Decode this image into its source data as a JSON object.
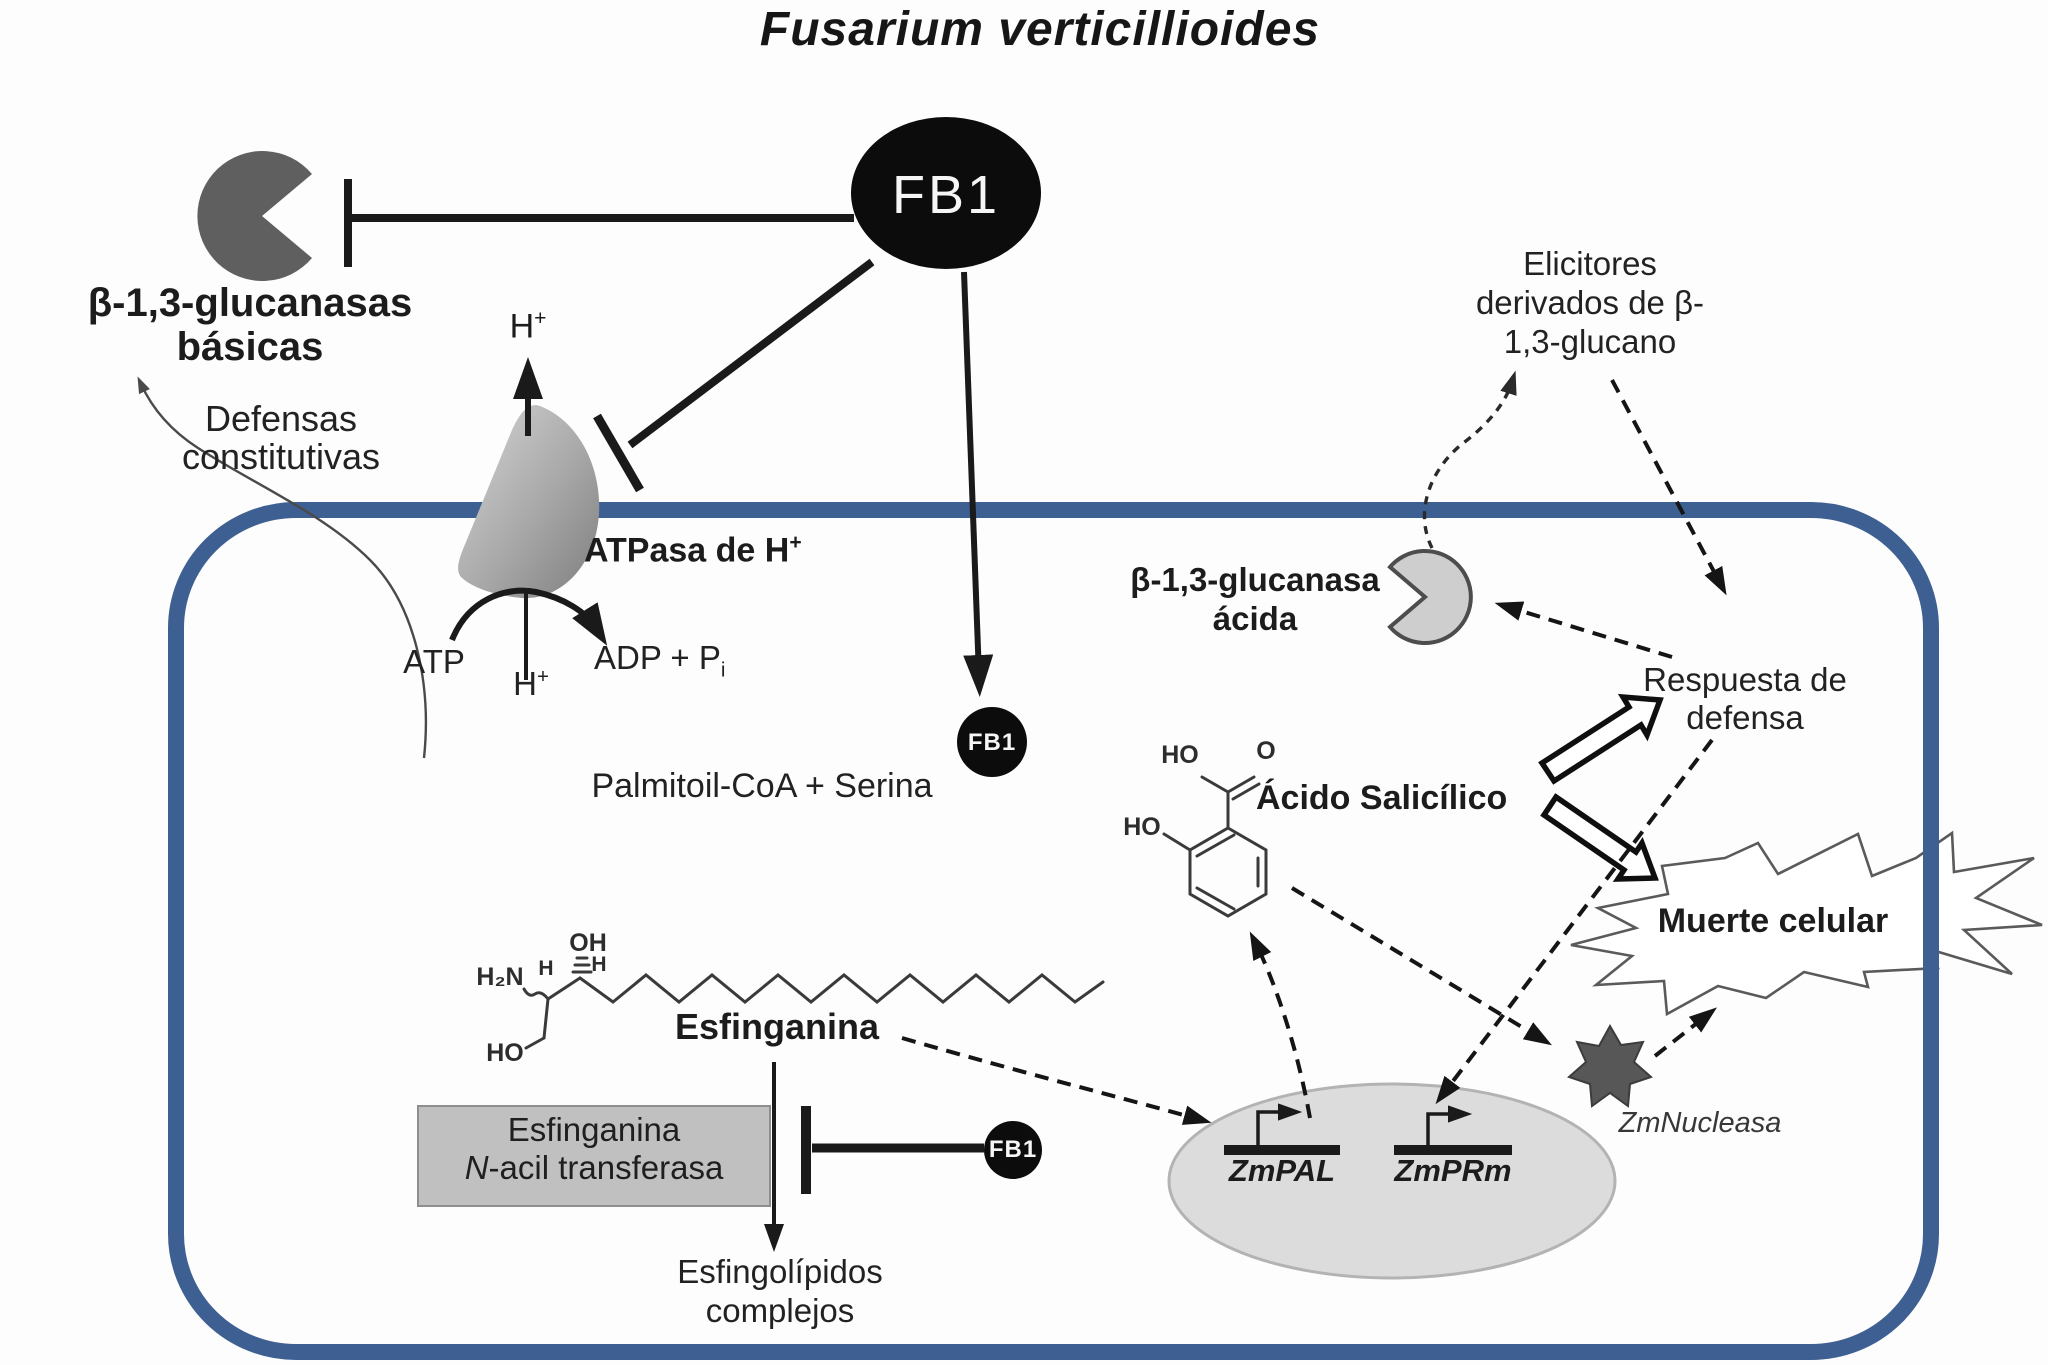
{
  "title": "Fusarium verticillioides",
  "colors": {
    "membrane": "#3d5f92",
    "pacman_dark": "#5f5f5f",
    "pacman_light": "#cecece",
    "nucleus": "#dcdcdc",
    "box_gray": "#c0c0c0",
    "star_dark": "#575757",
    "fb1_black": "#0c0c0c"
  },
  "labels": {
    "fb1": "FB1",
    "glucanasas_basicas_1": "β-1,3-glucanasas",
    "glucanasas_basicas_2": "básicas",
    "defensas_1": "Defensas",
    "defensas_2": "constitutivas",
    "h": "H",
    "plus": "+",
    "atpasa": "ATPasa de H",
    "atp": "ATP",
    "adp": "ADP + P",
    "adp_sub": "i",
    "palmitoil": "Palmitoil-CoA + Serina",
    "elicitores_1": "Elicitores",
    "elicitores_2": "derivados de β-",
    "elicitores_3": "1,3-glucano",
    "glucanasa_acida_1": "β-1,3-glucanasa",
    "glucanasa_acida_2": "ácida",
    "respuesta_1": "Respuesta de",
    "respuesta_2": "defensa",
    "salicilico": "Ácido Salicílico",
    "muerte": "Muerte celular",
    "esfinganina": "Esfinganina",
    "box_1": "Esfinganina",
    "box_2_n": "N",
    "box_2_rest": "-acil transferasa",
    "esfingolipidos_1": "Esfingolípidos",
    "esfingolipidos_2": "complejos",
    "zmpal": "ZmPAL",
    "zmprm": "ZmPRm",
    "zmnucleasa": "ZmNucleasa",
    "chem_ho": "HO",
    "chem_o": "O",
    "chem_oh": "OH",
    "chem_h": "H",
    "chem_h2n": "H₂N"
  }
}
